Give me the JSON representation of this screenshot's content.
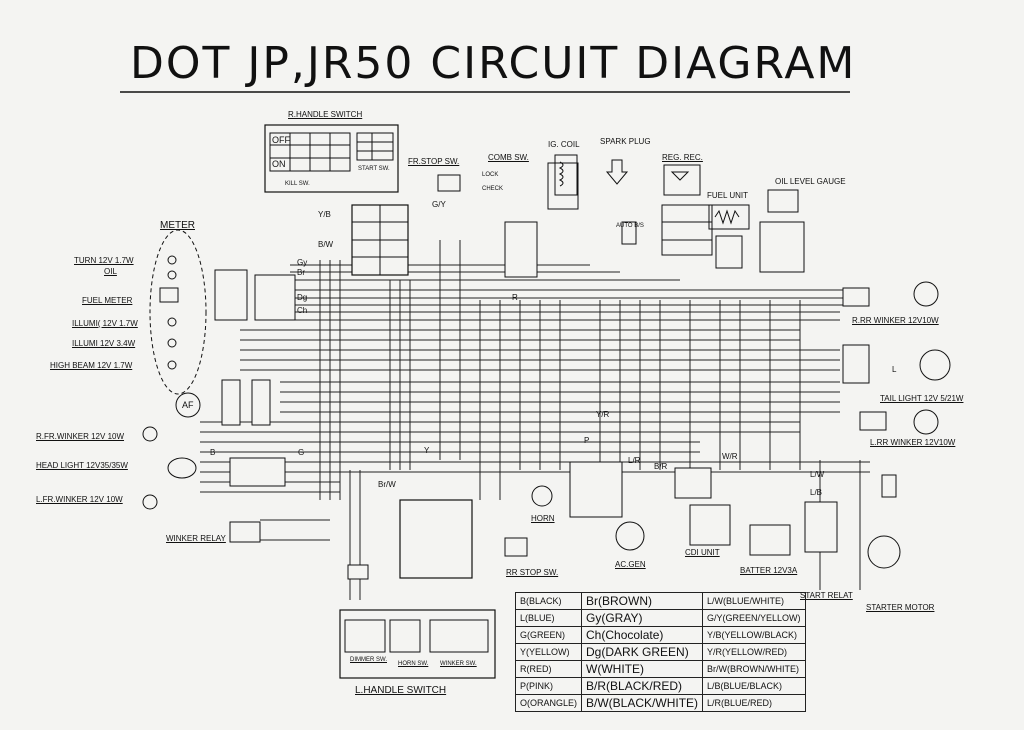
{
  "title": "DOT JP,JR50 CIRCUIT DIAGRAM",
  "components": {
    "r_handle_switch": "R.HANDLE SWITCH",
    "kill_sw": "KILL SW.",
    "start_sw": "START SW.",
    "fr_stop_sw": "FR.STOP SW.",
    "comb_sw": "COMB SW.",
    "ig_coil": "IG. COIL",
    "spark_plug": "SPARK PLUG",
    "reg_rec": "REG. REC.",
    "fuel_unit": "FUEL UNIT",
    "oil_level_gauge": "OIL LEVEL GAUGE",
    "meter": "METER",
    "turn": "TURN 12V 1.7W",
    "oil": "OIL",
    "fuel_meter": "FUEL METER",
    "illumi1": "ILLUMI( 12V 1.7W",
    "illumi2": "ILLUMI 12V 3.4W",
    "high_beam": "HIGH BEAM 12V 1.7W",
    "rr_winker_r": "R.RR WINKER 12V10W",
    "tail_light": "TAIL LIGHT 12V 5/21W",
    "lrr_winker": "L.RR WINKER 12V10W",
    "rfr_winker": "R.FR.WINKER 12V 10W",
    "head_light": "HEAD LIGHT 12V35/35W",
    "lfr_winker": "L.FR.WINKER 12V 10W",
    "winker_relay": "WINKER RELAY",
    "horn": "HORN",
    "rr_stop_sw": "RR STOP SW.",
    "ac_gen": "AC.GEN",
    "cdi_unit": "CDI UNIT",
    "battery": "BATTER 12V3A",
    "start_relay": "START RELAT",
    "starter_motor": "STARTER MOTOR",
    "l_handle_switch": "L.HANDLE SWITCH",
    "dimmer_sw": "DIMMER SW.",
    "horn_sw": "HORN SW.",
    "winker_sw": "WINKER SW.",
    "auto_bs": "AUTO B/S",
    "af": "AF"
  },
  "legend": [
    [
      "B(BLACK)",
      "Br(BROWN)",
      "L/W(BLUE/WHITE)"
    ],
    [
      "L(BLUE)",
      "Gy(GRAY)",
      "G/Y(GREEN/YELLOW)"
    ],
    [
      "G(GREEN)",
      "Ch(Chocolate)",
      "Y/B(YELLOW/BLACK)"
    ],
    [
      "Y(YELLOW)",
      "Dg(DARK GREEN)",
      "Y/R(YELLOW/RED)"
    ],
    [
      "R(RED)",
      "W(WHITE)",
      "Br/W(BROWN/WHITE)"
    ],
    [
      "P(PINK)",
      "B/R(BLACK/RED)",
      "L/B(BLUE/BLACK)"
    ],
    [
      "O(ORANGLE)",
      "B/W(BLACK/WHITE)",
      "L/R(BLUE/RED)"
    ]
  ],
  "switch_states": {
    "off": "OFF",
    "on": "ON",
    "lock": "LOCK",
    "check": "CHECK"
  },
  "wire_codes": {
    "yb": "Y/B",
    "bw": "B/W",
    "gy": "Gy",
    "br": "Br",
    "ch": "Ch",
    "dg": "Dg",
    "gyr": "G/Y",
    "y": "Y",
    "b": "B",
    "g": "G",
    "l": "L",
    "r": "R",
    "p": "P",
    "lw": "L/W",
    "yr": "Y/R",
    "brw": "Br/W",
    "lr": "L/R",
    "wr": "W/R",
    "br2": "B/R",
    "lb": "L/B"
  }
}
